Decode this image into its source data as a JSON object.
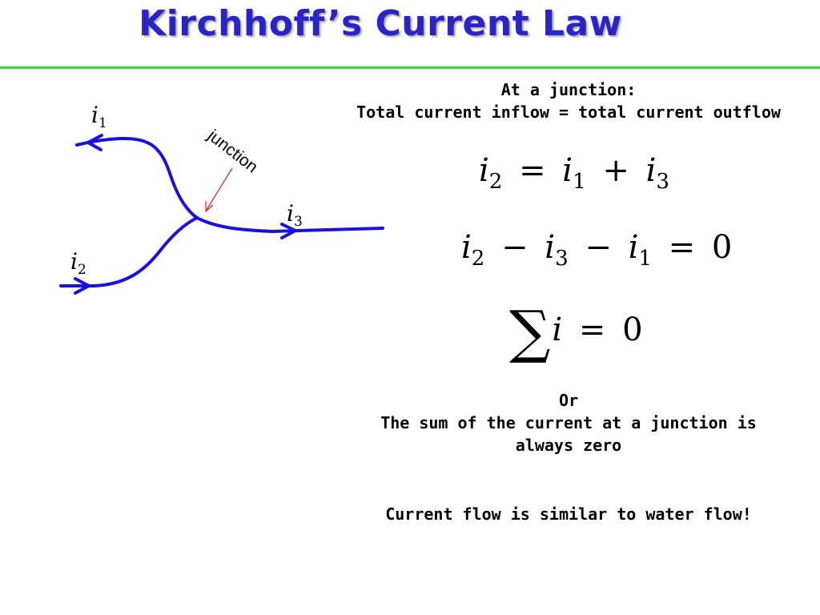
{
  "slide": {
    "title": "Kirchhoff’s Current Law"
  },
  "diagram": {
    "labels": {
      "i1_var": "i",
      "i1_sub": "1",
      "i2_var": "i",
      "i2_sub": "2",
      "i3_var": "i",
      "i3_sub": "3",
      "junction": "junction"
    },
    "colors": {
      "wire": "#1a10e0",
      "pointer": "#e02020",
      "title": "#2a23c8",
      "rule": "#33dd33"
    }
  },
  "intro": {
    "line1": "At a junction:",
    "line2": "Total current inflow = total current outflow"
  },
  "equations": {
    "eq1": {
      "lhs_var": "i",
      "lhs_sub": "2",
      "eq": "=",
      "t1_var": "i",
      "t1_sub": "1",
      "plus": "+",
      "t2_var": "i",
      "t2_sub": "3"
    },
    "eq2": {
      "a_var": "i",
      "a_sub": "2",
      "minus1": "−",
      "b_var": "i",
      "b_sub": "3",
      "minus2": "−",
      "c_var": "i",
      "c_sub": "1",
      "eq": "=",
      "zero": "0"
    },
    "eq3": {
      "sigma": "∑",
      "var": "i",
      "eq": "=",
      "zero": "0"
    }
  },
  "conclusion": {
    "or": "Or",
    "line1": "The sum of the current at a junction is",
    "line2": "always zero"
  },
  "note": {
    "text": "Current flow is similar to water flow!"
  }
}
